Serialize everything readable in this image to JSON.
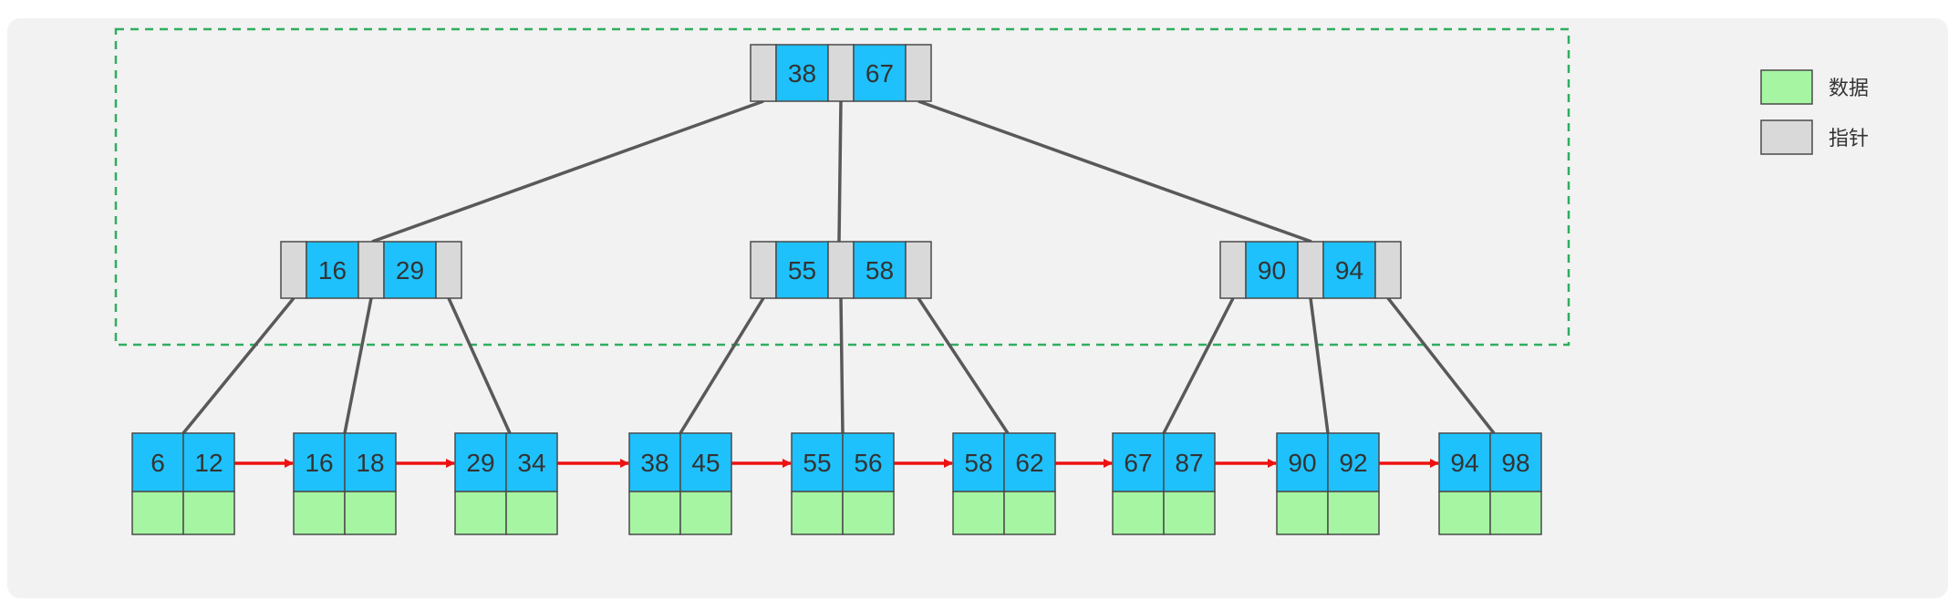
{
  "colors": {
    "key": "#1ec1fc",
    "pointer": "#d9d9d9",
    "data": "#a6f5a2",
    "border": "#4a4a4a",
    "edge": "#595959",
    "link": "#ee1111",
    "dashed_box": "#2fae5f"
  },
  "legend": [
    {
      "label": "数据",
      "color": "#a6f5a2"
    },
    {
      "label": "指针",
      "color": "#d9d9d9"
    }
  ],
  "tree": {
    "root": {
      "keys": [
        "38",
        "67"
      ]
    },
    "internal": [
      {
        "keys": [
          "16",
          "29"
        ]
      },
      {
        "keys": [
          "55",
          "58"
        ]
      },
      {
        "keys": [
          "90",
          "94"
        ]
      }
    ],
    "leaves": [
      {
        "keys": [
          "6",
          "12"
        ]
      },
      {
        "keys": [
          "16",
          "18"
        ]
      },
      {
        "keys": [
          "29",
          "34"
        ]
      },
      {
        "keys": [
          "38",
          "45"
        ]
      },
      {
        "keys": [
          "55",
          "56"
        ]
      },
      {
        "keys": [
          "58",
          "62"
        ]
      },
      {
        "keys": [
          "67",
          "87"
        ]
      },
      {
        "keys": [
          "90",
          "92"
        ]
      },
      {
        "keys": [
          "94",
          "98"
        ]
      }
    ]
  }
}
